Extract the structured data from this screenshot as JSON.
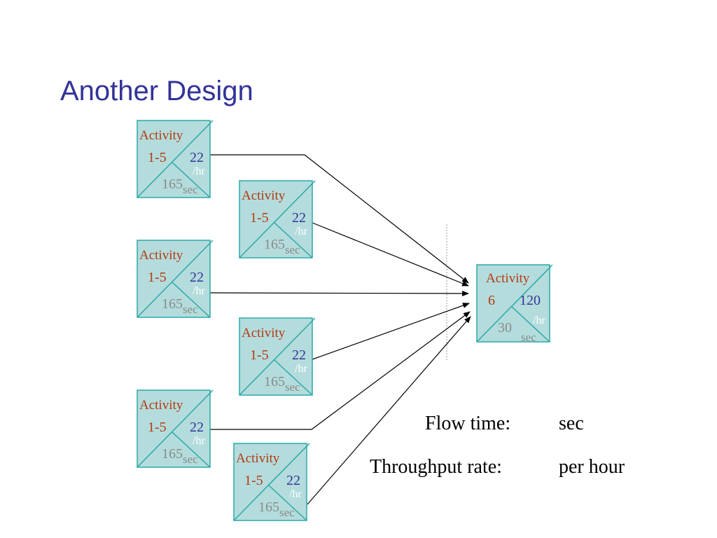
{
  "title": "Another Design",
  "boxes": [
    {
      "name": "activity-box-1",
      "label": "Activity",
      "id": "1-5",
      "rate": "22",
      "rate_unit": "/hr",
      "time": "165",
      "time_unit": "sec"
    },
    {
      "name": "activity-box-2",
      "label": "Activity",
      "id": "1-5",
      "rate": "22",
      "rate_unit": "/hr",
      "time": "165",
      "time_unit": "sec"
    },
    {
      "name": "activity-box-3",
      "label": "Activity",
      "id": "1-5",
      "rate": "22",
      "rate_unit": "/hr",
      "time": "165",
      "time_unit": "sec"
    },
    {
      "name": "activity-box-4",
      "label": "Activity",
      "id": "1-5",
      "rate": "22",
      "rate_unit": "/hr",
      "time": "165",
      "time_unit": "sec"
    },
    {
      "name": "activity-box-5",
      "label": "Activity",
      "id": "1-5",
      "rate": "22",
      "rate_unit": "/hr",
      "time": "165",
      "time_unit": "sec"
    },
    {
      "name": "activity-box-6",
      "label": "Activity",
      "id": "1-5",
      "rate": "22",
      "rate_unit": "/hr",
      "time": "165",
      "time_unit": "sec"
    },
    {
      "name": "activity-box-final",
      "label": "Activity",
      "id": "6",
      "rate": "120",
      "rate_unit": "/hr",
      "time": "30",
      "time_unit": "sec"
    }
  ],
  "summary": {
    "flow_label": "Flow time:",
    "flow_value": "sec",
    "throughput_label": "Throughput rate:",
    "throughput_value": "per hour"
  },
  "colors": {
    "title": "#333399",
    "box_fill": "#b4dcdc",
    "box_border": "#2ca8a8",
    "activity_text": "#b33a12",
    "rate_text": "#333399",
    "time_text": "#8a8a8a"
  }
}
